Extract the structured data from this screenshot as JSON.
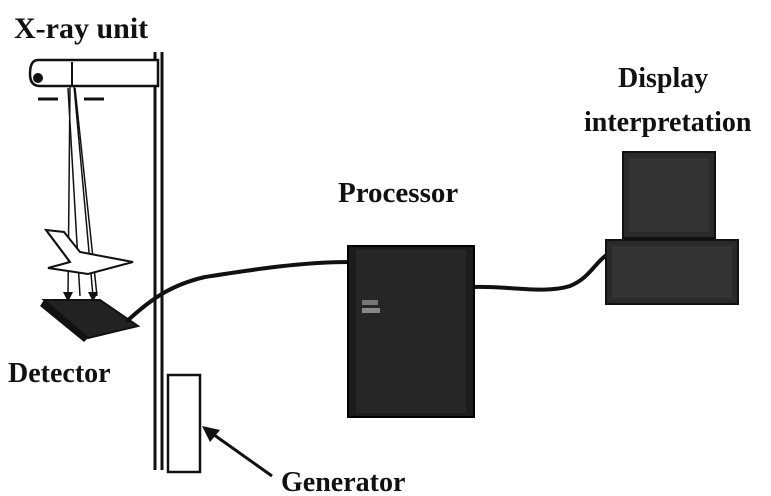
{
  "labels": {
    "xray_unit": "X-ray unit",
    "display_line1": "Display",
    "display_line2": "interpretation",
    "processor": "Processor",
    "detector": "Detector",
    "generator": "Generator"
  },
  "colors": {
    "ink": "#111111",
    "processor_fill": "#1c1c1c",
    "display_fill": "#2a2a2a",
    "detector_fill": "#222222",
    "background": "#ffffff"
  },
  "icons": {
    "processor_badge": "logo-icon"
  }
}
